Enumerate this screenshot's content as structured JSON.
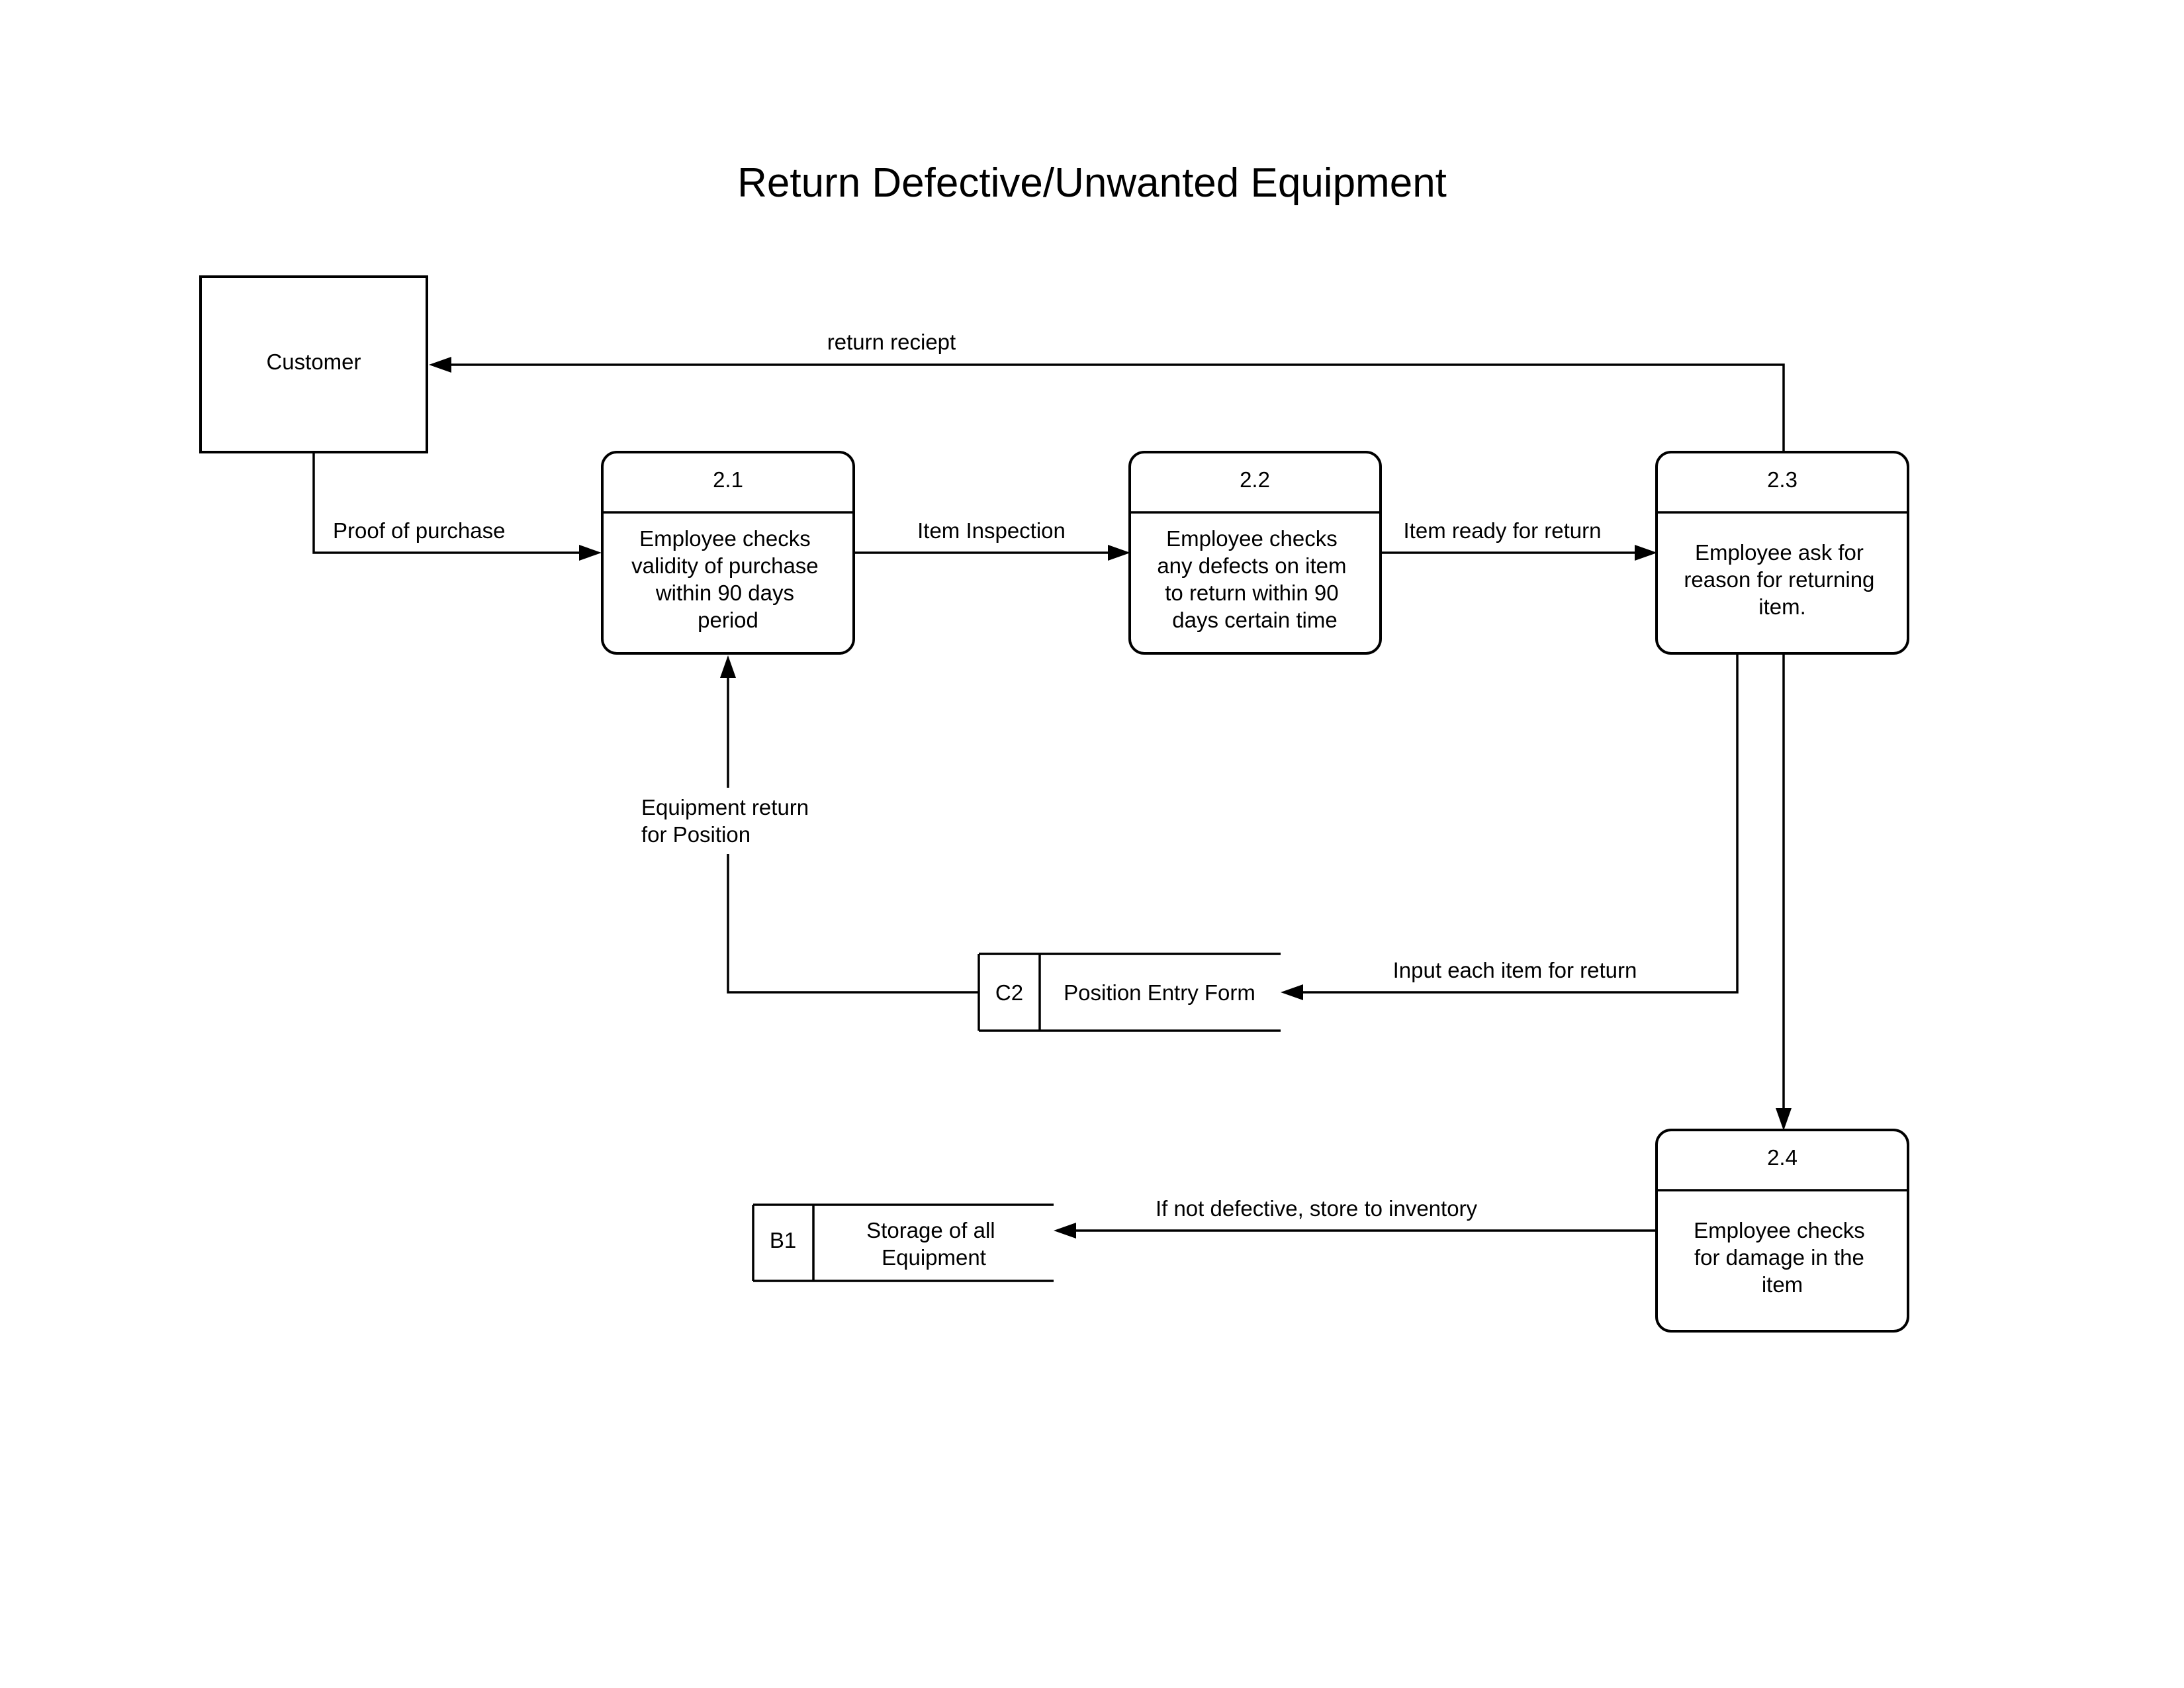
{
  "diagram": {
    "title": "Return Defective/Unwanted Equipment",
    "entities": {
      "customer": "Customer"
    },
    "processes": {
      "p21": {
        "id": "2.1",
        "lines": [
          "Employee checks",
          "validity of purchase",
          "within 90 days",
          "period"
        ]
      },
      "p22": {
        "id": "2.2",
        "lines": [
          "Employee checks",
          "any defects on item",
          "to return within 90",
          "days certain time"
        ]
      },
      "p23": {
        "id": "2.3",
        "lines": [
          "Employee ask for",
          "reason for returning",
          "item."
        ]
      },
      "p24": {
        "id": "2.4",
        "lines": [
          "Employee checks",
          "for damage in the",
          "item"
        ]
      }
    },
    "stores": {
      "c2": {
        "id": "C2",
        "name": "Position Entry Form"
      },
      "b1": {
        "id": "B1",
        "lines": [
          "Storage of all",
          "Equipment"
        ]
      }
    },
    "flows": {
      "return_receipt": "return reciept",
      "proof_of_purchase": "Proof of purchase",
      "item_inspection": "Item Inspection",
      "item_ready": "Item ready for return",
      "equipment_return": [
        "Equipment return",
        "for Position"
      ],
      "input_each_item": "Input each item for return",
      "store_to_inventory": "If not defective, store to inventory"
    }
  }
}
